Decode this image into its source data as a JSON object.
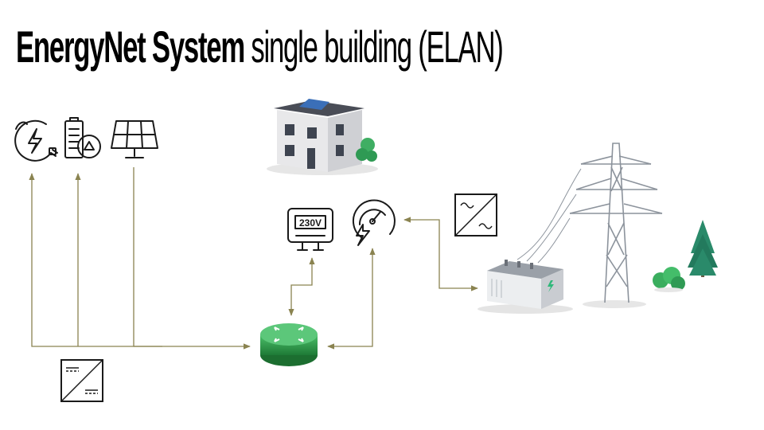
{
  "title": {
    "bold": "EnergyNet System",
    "light": "single building (ELAN)"
  },
  "icons": {
    "ev_charger": "ev-charging-icon",
    "battery": "battery-recycle-icon",
    "solar": "solar-panel-icon",
    "building": "building-icon",
    "meter": "electricity-meter-icon",
    "gauge": "power-gauge-icon",
    "router": "router-icon",
    "transformer": "transformer-icon",
    "pylon": "power-pylon-icon",
    "dc_dc": "dc-dc-converter-icon",
    "dc_ac": "ac-converter-icon"
  },
  "meter_label": "230V",
  "colors": {
    "connector": "#8a8350",
    "router_green": "#2e9e48",
    "tree_green": "#2a8a6a",
    "bush_green": "#3aae5e"
  }
}
